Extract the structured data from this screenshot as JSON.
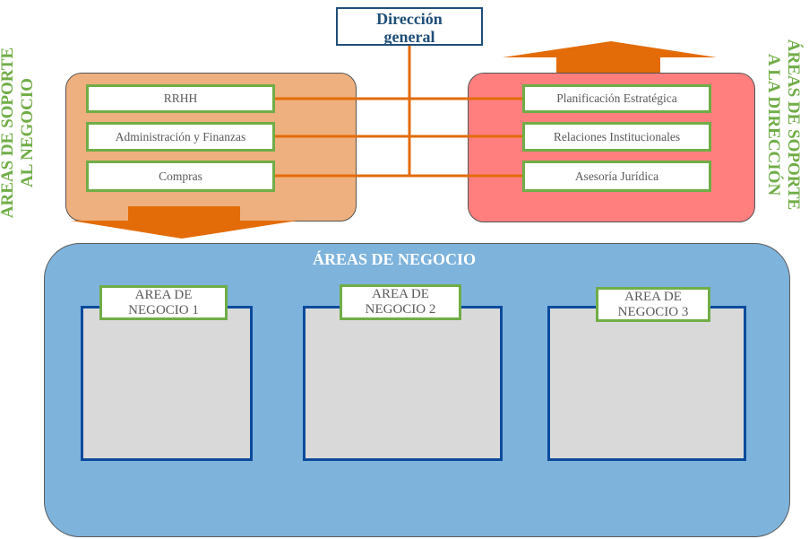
{
  "top": {
    "title_line1": "Dirección",
    "title_line2": "general"
  },
  "support_business": {
    "label_line1": "ÁREAS DE SOPORTE",
    "label_line2": "AL NEGOCIO",
    "items": [
      "RRHH",
      "Administración y Finanzas",
      "Compras"
    ]
  },
  "support_direction": {
    "label_line1": "ÁREAS DE SOPORTE",
    "label_line2": "A LA DIRECCIÓN",
    "items": [
      "Planificación Estratégica",
      "Relaciones Institucionales",
      "Asesoría Jurídica"
    ]
  },
  "business": {
    "title": "ÁREAS DE NEGOCIO",
    "areas": [
      {
        "line1": "AREA DE",
        "line2": "NEGOCIO 1"
      },
      {
        "line1": "AREA DE",
        "line2": "NEGOCIO 2"
      },
      {
        "line1": "AREA DE",
        "line2": "NEGOCIO 3"
      }
    ]
  },
  "colors": {
    "connector": "#e36c09",
    "arrow": "#e36c09",
    "support_business_panel": "#eeb07e",
    "support_direction_panel": "#ff7f7f",
    "business_panel": "#7eb3dc",
    "label_green": "#70ad47",
    "unit_border": "#0b4b9c",
    "title_blue": "#1f4e79"
  }
}
